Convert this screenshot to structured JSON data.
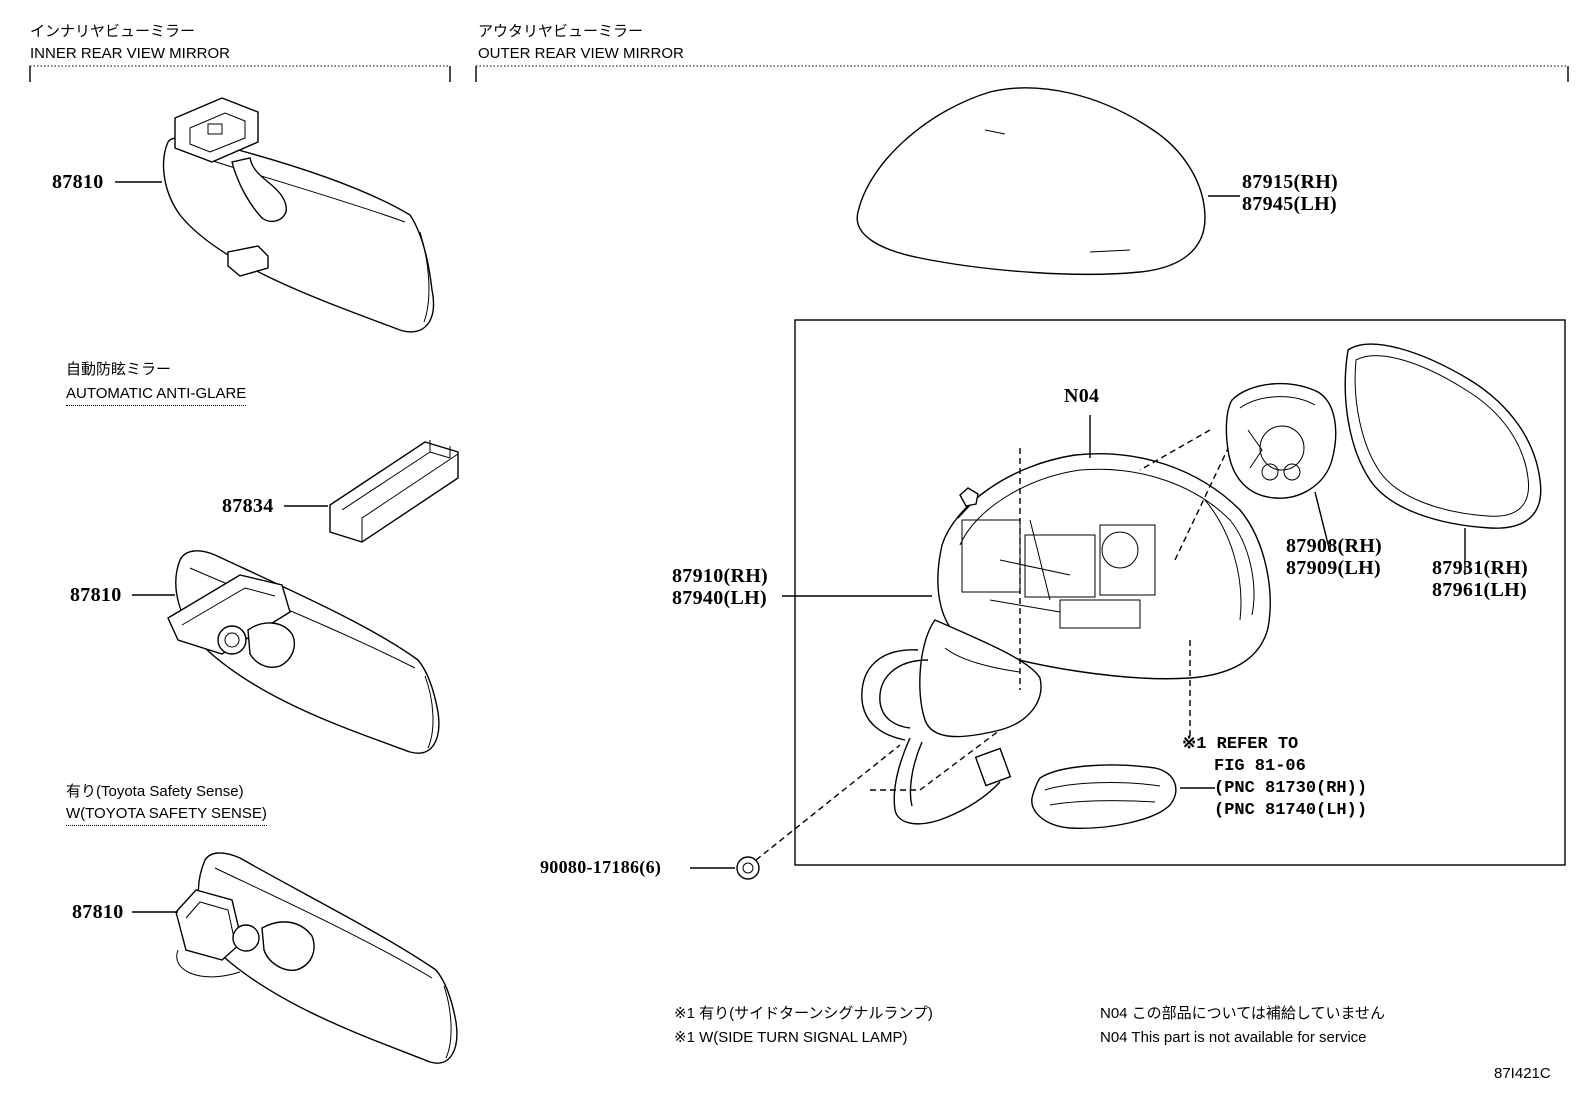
{
  "inner_section": {
    "title_jp": "インナリヤビューミラー",
    "title_en": "INNER REAR VIEW MIRROR"
  },
  "outer_section": {
    "title_jp": "アウタリヤビューミラー",
    "title_en": "OUTER REAR VIEW MIRROR"
  },
  "variants": {
    "anti_glare_jp": "自動防眩ミラー",
    "anti_glare_en": "AUTOMATIC ANTI-GLARE",
    "tss_jp": "有り(Toyota  Safety  Sense)",
    "tss_en": "W(TOYOTA SAFETY SENSE)"
  },
  "parts": {
    "p87810_a": "87810",
    "p87834": "87834",
    "p87810_b": "87810",
    "p87810_c": "87810",
    "p87915": "87915(RH)",
    "p87945": "87945(LH)",
    "n04": "N04",
    "p87908": "87908(RH)",
    "p87909": "87909(LH)",
    "p87910": "87910(RH)",
    "p87940": "87940(LH)",
    "p87931": "87931(RH)",
    "p87961": "87961(LH)",
    "p90080": "90080-17186(6)"
  },
  "refer": {
    "line1": "※1 REFER  TO",
    "line2": "FIG  81-06",
    "line3": "(PNC  81730(RH))",
    "line4": "(PNC  81740(LH))"
  },
  "footnotes": {
    "note1_jp": "※1 有り(サイドターンシグナルランプ)",
    "note1_en": "※1 W(SIDE TURN SIGNAL LAMP)",
    "n04_jp": "N04  この部品については補給していません",
    "n04_en": "N04  This part is not available for service"
  },
  "figure_code": "87I421C"
}
